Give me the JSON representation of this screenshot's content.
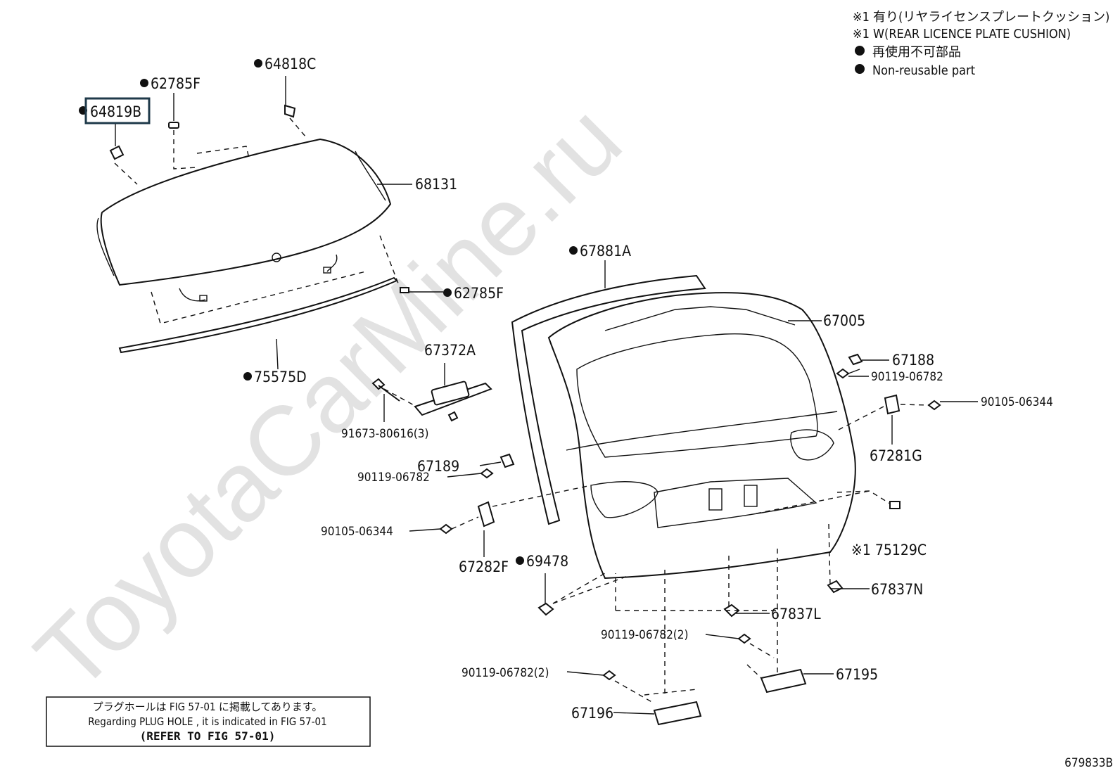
{
  "legend": {
    "line1": "※1 有り(リヤライセンスプレートクッション)",
    "line2": "※1 W(REAR LICENCE PLATE CUSHION)",
    "line3": "再使用不可部品",
    "line4": "Non-reusable part"
  },
  "watermark": "ToyotaCarMine.ru",
  "note": {
    "line1": "プラグホールは FIG 57-01 に掲載してあります。",
    "line2": "Regarding PLUG HOLE , it is indicated in FIG 57-01",
    "line3": "(REFER TO FIG 57-01)"
  },
  "figure_code": "679833B",
  "parts": {
    "p64819B": "64819B",
    "p62785F_top": "62785F",
    "p64818C": "64818C",
    "p68131": "68131",
    "p62785F_mid": "62785F",
    "p75575D": "75575D",
    "p67881A": "67881A",
    "p67005": "67005",
    "p67372A": "67372A",
    "p91673": "91673-80616(3)",
    "p67188": "67188",
    "p90119_r": "90119-06782",
    "p90105_r": "90105-06344",
    "p67281G": "67281G",
    "p67189": "67189",
    "p90119_l": "90119-06782",
    "p90105_l": "90105-06344",
    "p67282F": "67282F",
    "p69478": "69478",
    "p75129C": "※1 75129C",
    "p67837N": "67837N",
    "p67837L": "67837L",
    "p90119_2a": "90119-06782(2)",
    "p90119_2b": "90119-06782(2)",
    "p67195": "67195",
    "p67196": "67196"
  }
}
